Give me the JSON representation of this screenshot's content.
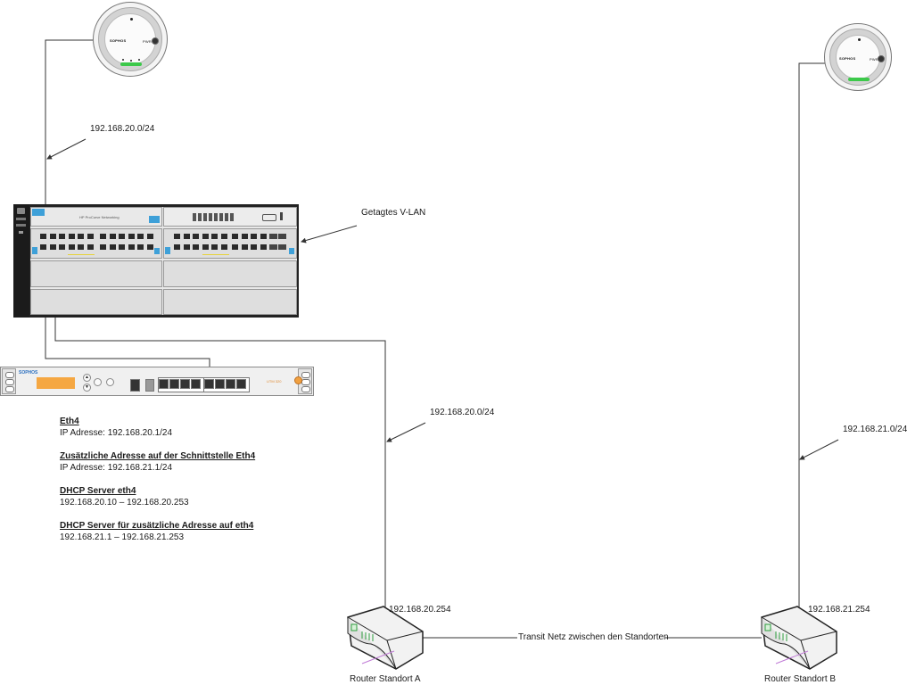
{
  "diagram": {
    "title": "Netzwerk Standorte mit getaggtem V-LAN",
    "colors": {
      "line": "#333333",
      "ap_led": "#3cc94a",
      "utm_display": "#f5a742",
      "switch_accent": "#3ea0d8",
      "router_led": "#2e9e3e",
      "router_cable": "#c07ad6"
    },
    "devices": {
      "ap_left": {
        "type": "access-point",
        "brand": "SOPHOS",
        "power_label": "PWR"
      },
      "ap_right": {
        "type": "access-point",
        "brand": "SOPHOS",
        "power_label": "PWR"
      },
      "switch": {
        "type": "switch",
        "label": "HP ProCurve Networking"
      },
      "utm": {
        "type": "firewall",
        "brand": "SOPHOS",
        "model": "UTM 320"
      },
      "router_a": {
        "type": "router",
        "label": "Router Standort A",
        "ip": "192.168.20.254"
      },
      "router_b": {
        "type": "router",
        "label": "Router Standort B",
        "ip": "192.168.21.254"
      }
    },
    "labels": {
      "net_ap_left": "192.168.20.0/24",
      "tagged_vlan": "Getagtes V-LAN",
      "net_router_a": "192.168.20.0/24",
      "net_router_b": "192.168.21.0/24",
      "transit": "Transit Netz zwischen den Standorten"
    },
    "info": [
      {
        "heading": "Eth4",
        "value": "IP Adresse: 192.168.20.1/24"
      },
      {
        "heading": "Zusätzliche Adresse auf der Schnittstelle Eth4",
        "value": "IP Adresse: 192.168.21.1/24"
      },
      {
        "heading": "DHCP Server eth4",
        "value": "192.168.20.10 – 192.168.20.253"
      },
      {
        "heading": "DHCP Server für zusätzliche Adresse auf eth4",
        "value": "192.168.21.1 – 192.168.21.253"
      }
    ]
  }
}
